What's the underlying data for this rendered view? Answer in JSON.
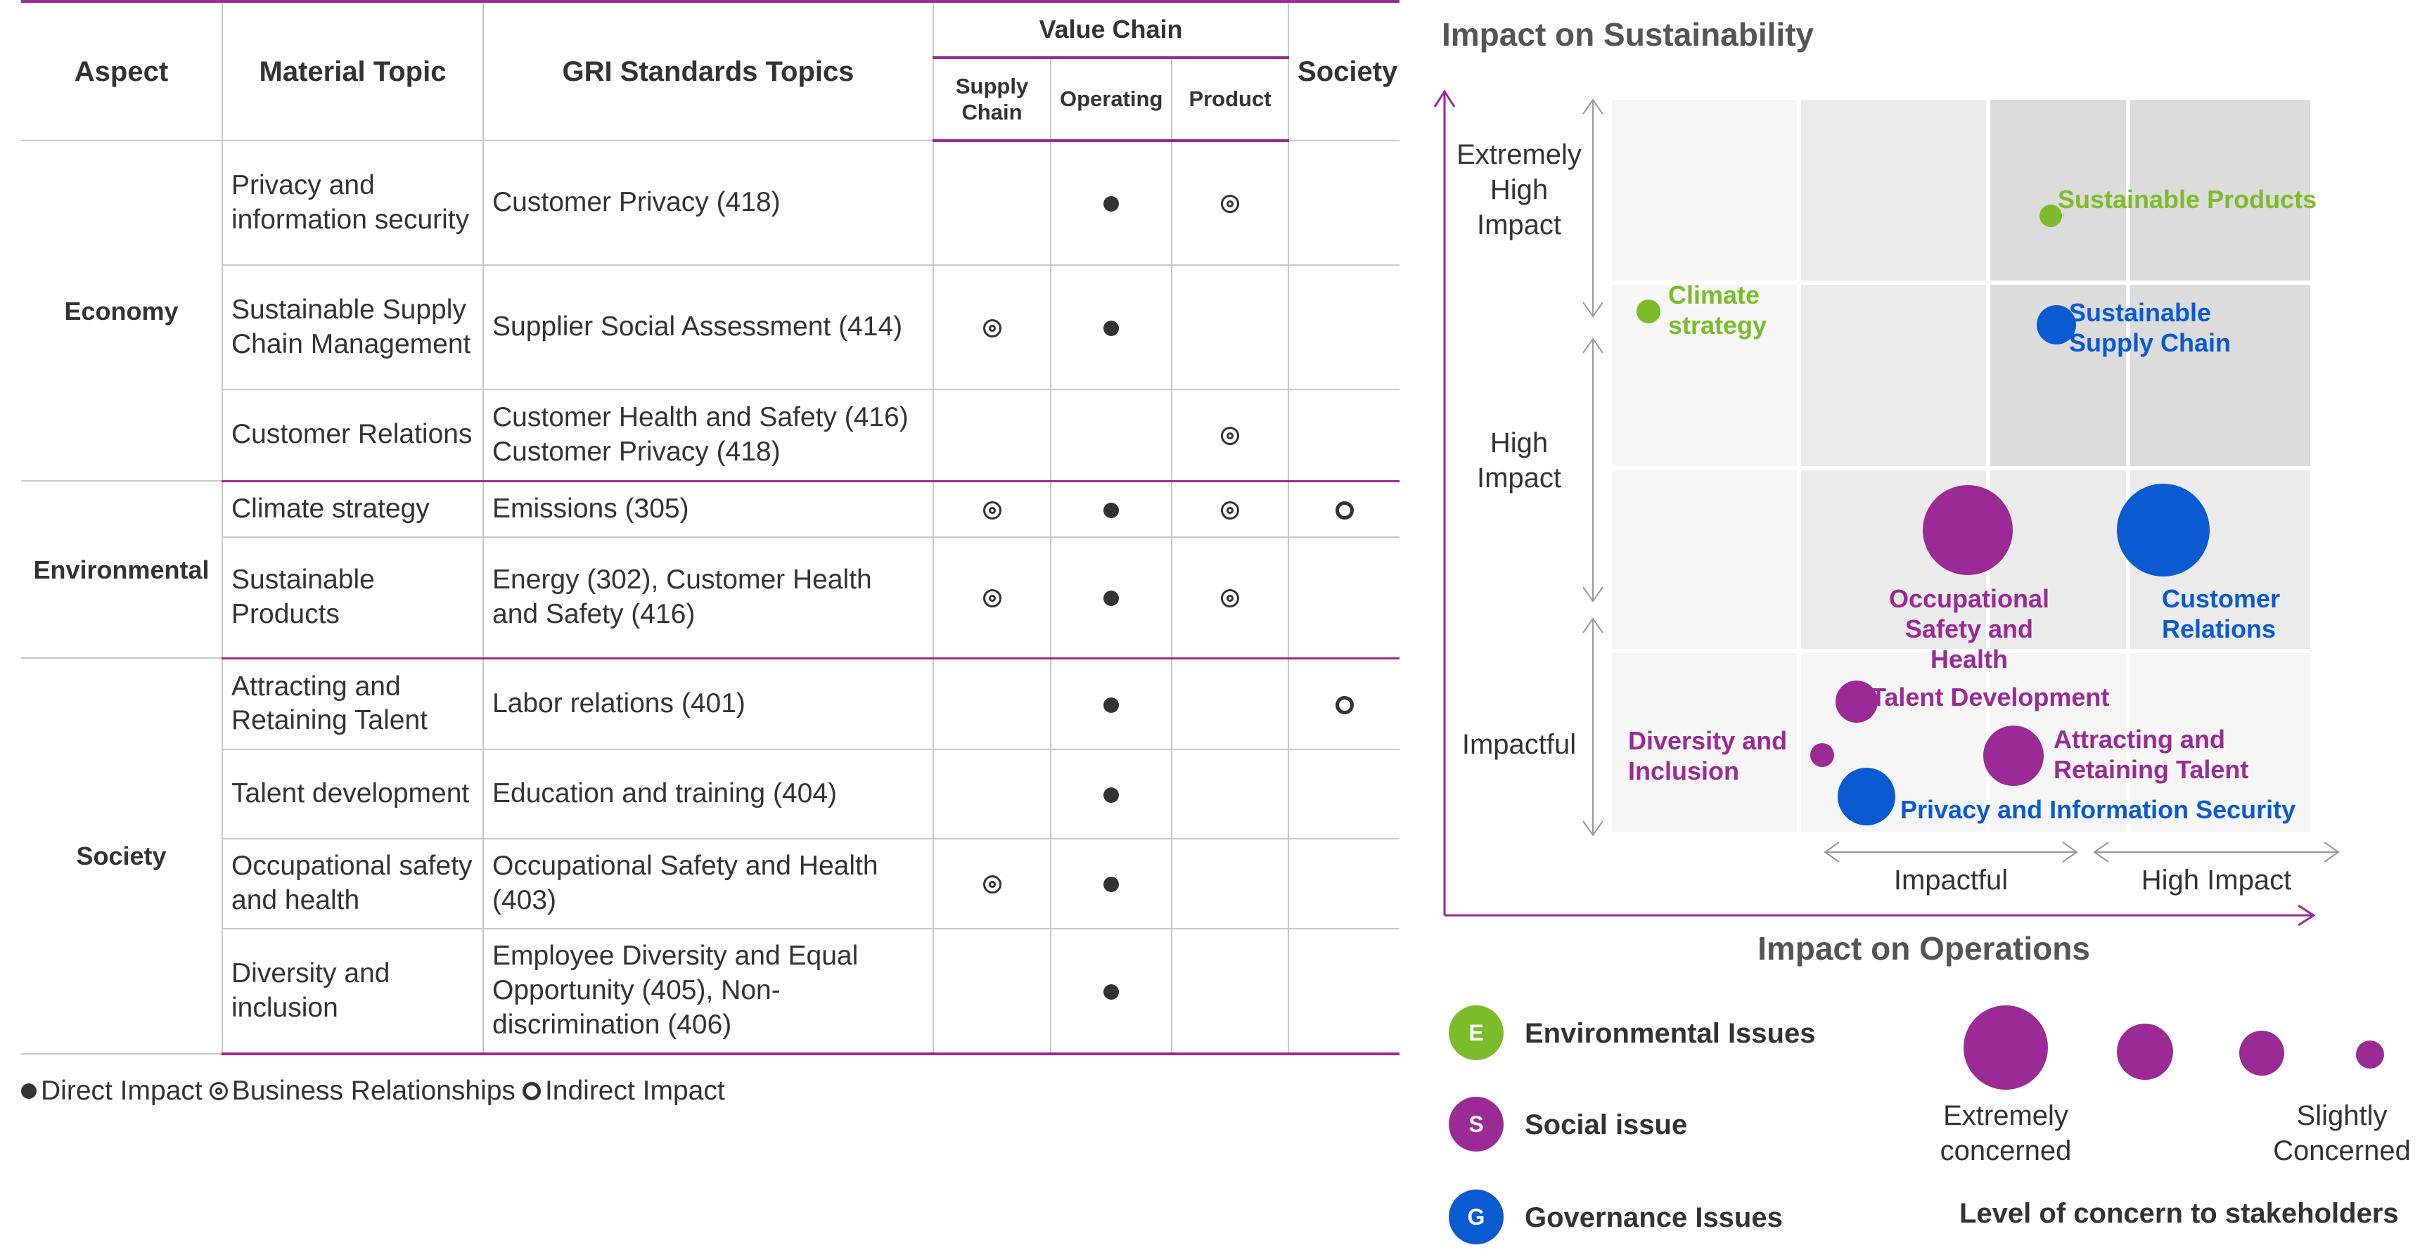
{
  "table": {
    "headers": {
      "aspect": "Aspect",
      "material_topic": "Material Topic",
      "gri_topics": "GRI Standards Topics",
      "value_chain": "Value Chain",
      "supply_chain": "Supply Chain",
      "operating": "Operating",
      "product": "Product",
      "society": "Society"
    },
    "groups": [
      {
        "aspect": "Economy",
        "rows": [
          {
            "topic": "Privacy and information security",
            "gri": "Customer Privacy (418)",
            "supply": "",
            "operating": "direct",
            "product": "business",
            "society": ""
          },
          {
            "topic": "Sustainable Supply Chain Management",
            "gri": "Supplier Social Assessment (414)",
            "supply": "business",
            "operating": "direct",
            "product": "",
            "society": ""
          },
          {
            "topic": "Customer Relations",
            "gri": "Customer Health and Safety (416) Customer Privacy (418)",
            "supply": "",
            "operating": "",
            "product": "business",
            "society": ""
          }
        ]
      },
      {
        "aspect": "Environmental",
        "rows": [
          {
            "topic": "Climate strategy",
            "gri": "Emissions (305)",
            "supply": "business",
            "operating": "direct",
            "product": "business",
            "society": "indirect"
          },
          {
            "topic": "Sustainable Products",
            "gri": "Energy (302), Customer Health and Safety (416)",
            "supply": "business",
            "operating": "direct",
            "product": "business",
            "society": ""
          }
        ]
      },
      {
        "aspect": "Society",
        "rows": [
          {
            "topic": "Attracting and Retaining Talent",
            "gri": "Labor relations (401)",
            "supply": "",
            "operating": "direct",
            "product": "",
            "society": "indirect"
          },
          {
            "topic": "Talent development",
            "gri": "Education and training (404)",
            "supply": "",
            "operating": "direct",
            "product": "",
            "society": ""
          },
          {
            "topic": "Occupational safety and health",
            "gri": "Occupational Safety and Health (403)",
            "supply": "business",
            "operating": "direct",
            "product": "",
            "society": ""
          },
          {
            "topic": "Diversity and inclusion",
            "gri": "Employee Diversity and Equal Opportunity (405), Non-discrimination (406)",
            "supply": "",
            "operating": "direct",
            "product": "",
            "society": ""
          }
        ]
      }
    ],
    "legend": {
      "direct": "Direct Impact",
      "business": "Business Relationships",
      "indirect": "Indirect Impact"
    }
  },
  "matrix": {
    "title": "Impact on Sustainability",
    "x_title": "Impact on Operations",
    "y_levels": [
      "Extremely High Impact",
      "High Impact",
      "Impactful"
    ],
    "x_levels": [
      "Impactful",
      "High Impact"
    ],
    "colors": {
      "environmental": "#7cbc2b",
      "social": "#9b2a96",
      "governance": "#0a5bd1"
    },
    "bubbles": {
      "sustainable_products": "Sustainable Products",
      "climate_strategy": "Climate strategy",
      "sustainable_supply_chain": "Sustainable Supply Chain",
      "occupational": "Occupational Safety and Health",
      "customer_relations": "Customer Relations",
      "talent_development": "Talent Development",
      "diversity": "Diversity and Inclusion",
      "attracting": "Attracting and Retaining Talent",
      "privacy": "Privacy and Information Security"
    },
    "legend": {
      "e_letter": "E",
      "e_label": "Environmental Issues",
      "s_letter": "S",
      "s_label": "Social issue",
      "g_letter": "G",
      "g_label": "Governance Issues",
      "size_high": "Extremely concerned",
      "size_low": "Slightly Concerned",
      "size_title": "Level of concern to stakeholders"
    }
  }
}
